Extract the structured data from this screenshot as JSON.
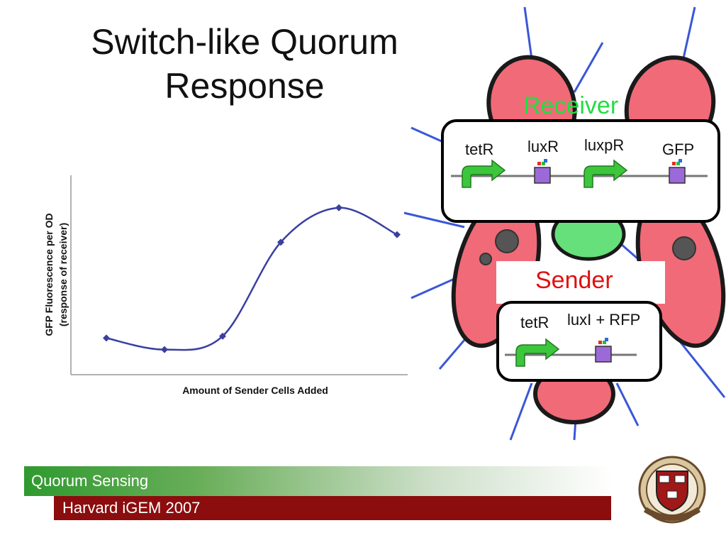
{
  "slide": {
    "title_line1": "Switch-like Quorum",
    "title_line2": "Response"
  },
  "chart_data": {
    "type": "line",
    "xlabel": "Amount of Sender Cells Added",
    "ylabel_line1": "GFP Fluorescence per OD",
    "ylabel_line2": "(response of receiver)",
    "x": [
      1,
      2,
      3,
      4,
      5,
      6
    ],
    "values": [
      0.18,
      0.12,
      0.19,
      0.68,
      0.86,
      0.72
    ],
    "ylim": [
      0,
      1
    ],
    "grid": false,
    "legend": "none",
    "line_color": "#3a3fa0"
  },
  "receiver": {
    "title": "Receiver",
    "parts": [
      "tetR",
      "luxR",
      "luxpR",
      "GFP"
    ]
  },
  "sender": {
    "title": "Sender",
    "parts": [
      "tetR",
      "luxI + RFP"
    ]
  },
  "footer": {
    "line1": "Quorum Sensing",
    "line2": "Harvard iGEM 2007"
  },
  "colors": {
    "receiver_title": "#22dd44",
    "sender_title": "#e01010",
    "footer_red": "#8b0d0d",
    "footer_green": "#2f9a2f",
    "cell_fill": "#f06a78",
    "promoter_arrow": "#3cc63c",
    "gene_box": "#9b6ad8"
  }
}
